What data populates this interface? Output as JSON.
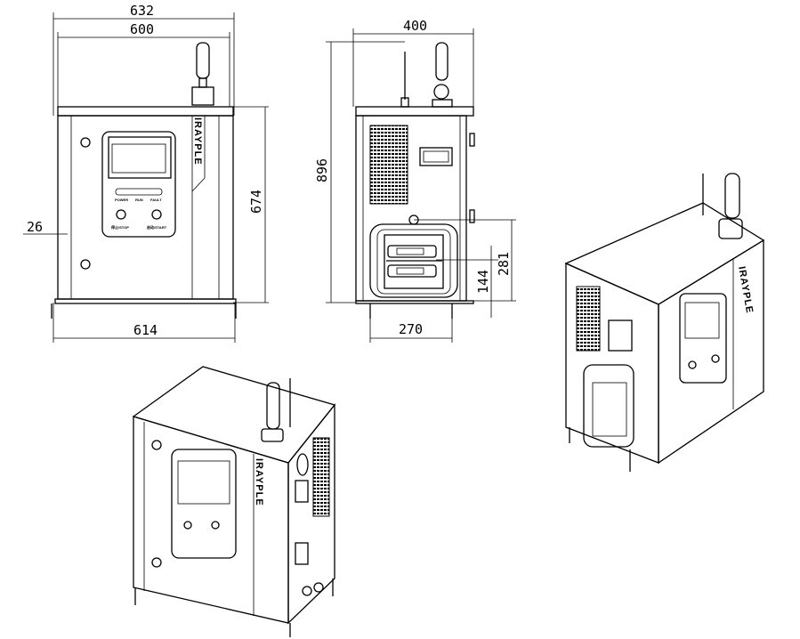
{
  "drawing": {
    "brand": "IRAYPLE",
    "panel_labels": {
      "power": "POWER",
      "run": "RUN",
      "fault": "FAULT",
      "stop": "停止/STOP",
      "start": "启动/START"
    },
    "front_view": {
      "overall_width": "632",
      "body_width": "600",
      "height": "674",
      "side_offset": "26",
      "base_width": "614"
    },
    "side_view": {
      "depth": "400",
      "total_height": "896",
      "port_height": "281",
      "port_center_height": "144",
      "base_depth": "270"
    }
  }
}
